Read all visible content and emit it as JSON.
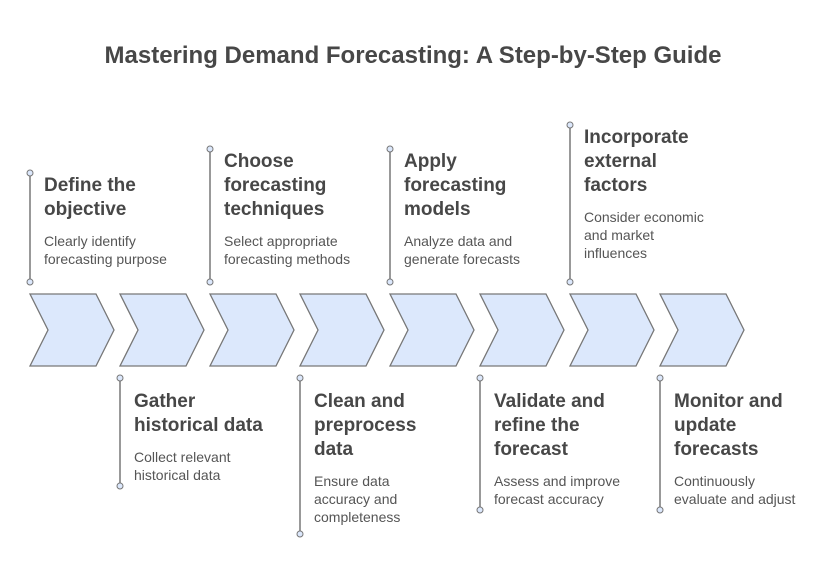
{
  "title": "Mastering Demand Forecasting: A Step-by-Step Guide",
  "colors": {
    "chevron_fill": "#dce8fc",
    "chevron_stroke": "#777777",
    "connector_line": "#999999",
    "connector_dot_fill": "#dce8fc",
    "connector_dot_stroke": "#777777",
    "heading_text": "#474747",
    "desc_text": "#555555"
  },
  "steps": [
    {
      "heading": "Define the objective",
      "heading_lines": [
        "Define the",
        "objective"
      ],
      "desc_lines": [
        "Clearly identify",
        "forecasting purpose"
      ],
      "position": "above"
    },
    {
      "heading": "Gather historical data",
      "heading_lines": [
        "Gather",
        "historical data"
      ],
      "desc_lines": [
        "Collect relevant",
        "historical data"
      ],
      "position": "below"
    },
    {
      "heading": "Choose forecasting techniques",
      "heading_lines": [
        "Choose",
        "forecasting",
        "techniques"
      ],
      "desc_lines": [
        "Select appropriate",
        "forecasting methods"
      ],
      "position": "above"
    },
    {
      "heading": "Clean and preprocess data",
      "heading_lines": [
        "Clean and",
        "preprocess",
        "data"
      ],
      "desc_lines": [
        "Ensure data",
        "accuracy and",
        "completeness"
      ],
      "position": "below"
    },
    {
      "heading": "Apply forecasting models",
      "heading_lines": [
        "Apply",
        "forecasting",
        "models"
      ],
      "desc_lines": [
        "Analyze data and",
        "generate forecasts"
      ],
      "position": "above"
    },
    {
      "heading": "Validate and refine the forecast",
      "heading_lines": [
        "Validate and",
        "refine the",
        "forecast"
      ],
      "desc_lines": [
        "Assess and improve",
        "forecast accuracy"
      ],
      "position": "below"
    },
    {
      "heading": "Incorporate external factors",
      "heading_lines": [
        "Incorporate",
        "external",
        "factors"
      ],
      "desc_lines": [
        "Consider economic",
        "and market",
        "influences"
      ],
      "position": "above"
    },
    {
      "heading": "Monitor and update forecasts",
      "heading_lines": [
        "Monitor and",
        "update",
        "forecasts"
      ],
      "desc_lines": [
        "Continuously",
        "evaluate and adjust"
      ],
      "position": "below"
    }
  ]
}
